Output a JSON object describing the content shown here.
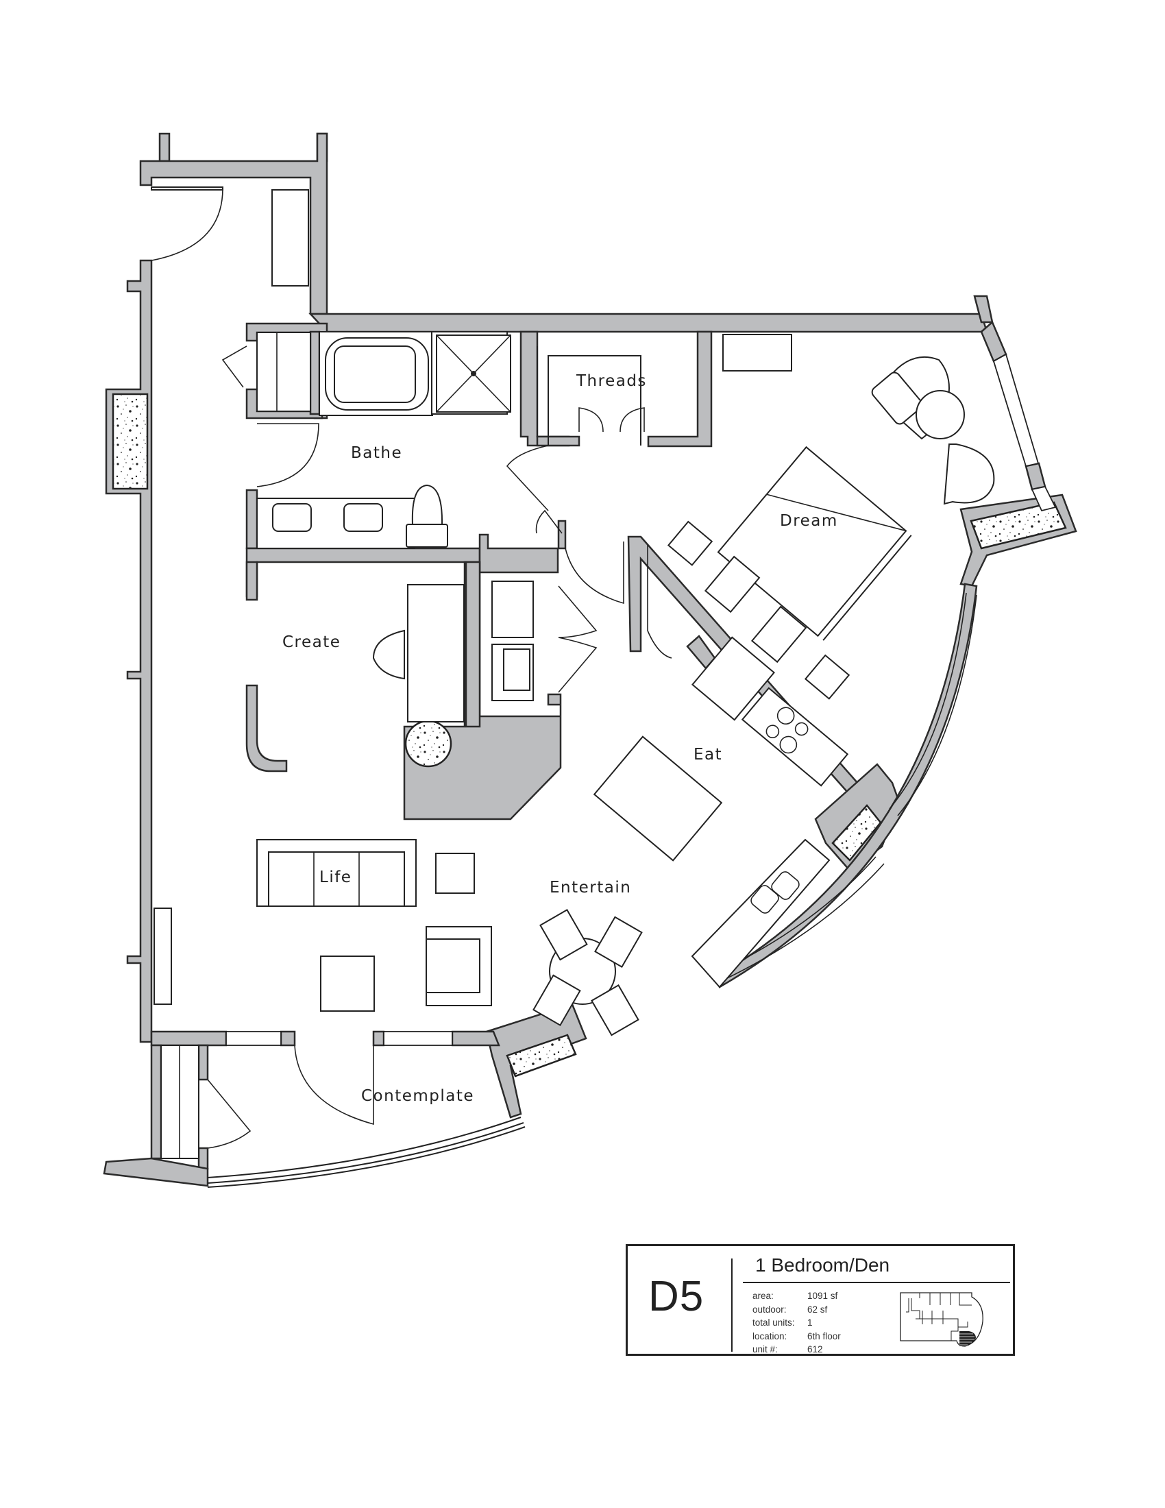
{
  "plan": {
    "rooms": [
      {
        "id": "threads",
        "label": "Threads"
      },
      {
        "id": "bathe",
        "label": "Bathe"
      },
      {
        "id": "dream",
        "label": "Dream"
      },
      {
        "id": "create",
        "label": "Create"
      },
      {
        "id": "eat",
        "label": "Eat"
      },
      {
        "id": "life",
        "label": "Life"
      },
      {
        "id": "entertain",
        "label": "Entertain"
      },
      {
        "id": "contemplate",
        "label": "Contemplate"
      }
    ],
    "colors": {
      "wall_fill": "#bcbdbf",
      "line": "#222222",
      "background": "#ffffff"
    }
  },
  "unit_info": {
    "code": "D5",
    "title": "1 Bedroom/Den",
    "details": [
      {
        "key": "area:",
        "value": "1091 sf"
      },
      {
        "key": "outdoor:",
        "value": "62 sf"
      },
      {
        "key": "total units:",
        "value": "1"
      },
      {
        "key": "location:",
        "value": "6th floor"
      },
      {
        "key": "unit #:",
        "value": "612"
      }
    ],
    "keyplan_icon": "building-keyplan-icon"
  }
}
